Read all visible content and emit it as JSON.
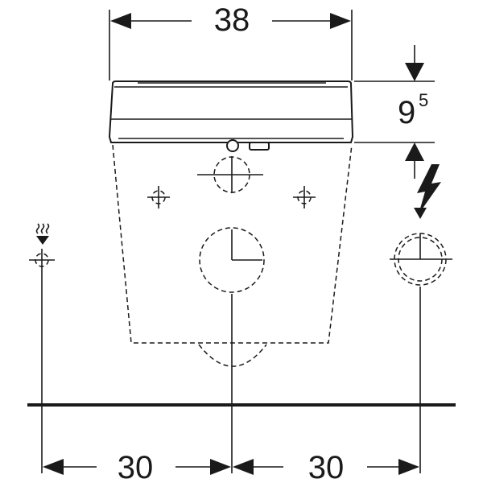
{
  "dimensions": {
    "width_top": "38",
    "height_base": "9",
    "height_sup": "5",
    "left_spacing": "30",
    "right_spacing": "30"
  },
  "icons": {
    "water_supply": "water-supply-icon",
    "electrical": "lightning-icon"
  },
  "colors": {
    "line": "#1a1a1a",
    "background": "#ffffff"
  }
}
